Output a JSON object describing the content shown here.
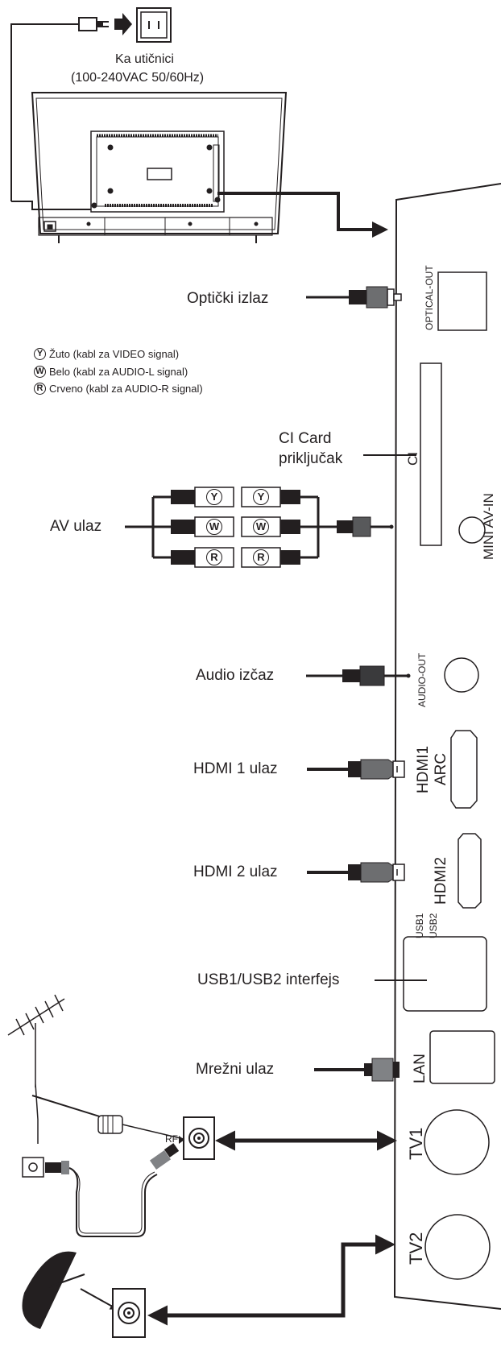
{
  "power": {
    "line1": "Ka utičnici",
    "line2": "(100-240VAC 50/60Hz)"
  },
  "legend": [
    {
      "letter": "Y",
      "text": "Žuto (kabl za VIDEO signal)"
    },
    {
      "letter": "W",
      "text": "Belo (kabl za AUDIO-L signal)"
    },
    {
      "letter": "R",
      "text": "Crveno (kabl za AUDIO-R signal)"
    }
  ],
  "connections": {
    "optical": "Optički izlaz",
    "ci_line1": "CI Card",
    "ci_line2": "priključak",
    "av": "AV ulaz",
    "audio": "Audio izčaz",
    "hdmi1": "HDMI 1 ulaz",
    "hdmi2": "HDMI 2 ulaz",
    "usb": "USB1/USB2 interfejs",
    "lan": "Mrežni ulaz",
    "rf": "RF"
  },
  "ports": {
    "optical_out": "OPTICAL-OUT",
    "ci": "CI",
    "mini_av_in": "MINI AV-IN",
    "audio_out": "AUDIO-OUT",
    "hdmi1_a": "HDMI1",
    "hdmi1_b": "ARC",
    "hdmi2": "HDMI2",
    "usb1": "USB1",
    "usb2": "USB2",
    "lan": "LAN",
    "tv1": "TV1",
    "tv2": "TV2"
  },
  "plug_letters": [
    "Y",
    "W",
    "R"
  ]
}
